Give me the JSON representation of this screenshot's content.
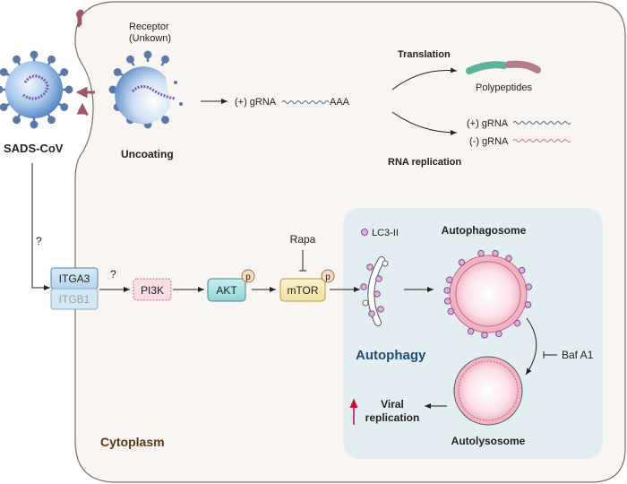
{
  "virus": {
    "label": "SADS-CoV"
  },
  "receptor": {
    "label_line1": "Receptor",
    "label_line2": "(Unkown)"
  },
  "uncoating": {
    "label": "Uncoating"
  },
  "grna": {
    "prefix": "(+) gRNA",
    "suffix": "AAA"
  },
  "translation": {
    "label": "Translation",
    "product": "Polypeptides"
  },
  "replication": {
    "label": "RNA replication",
    "plus_strand": "(+) gRNA",
    "minus_strand": "(-) gRNA"
  },
  "pathway": {
    "unknown_1": "?",
    "unknown_2": "?",
    "integrin_a": "ITGA3",
    "integrin_b": "ITGB1",
    "pi3k": "PI3K",
    "akt": "AKT",
    "mtor": "mTOR",
    "phospho": "p",
    "inhibitor_rapa": "Rapa"
  },
  "autophagy": {
    "title": "Autophagy",
    "lc3_legend": "LC3-II",
    "autophagosome": "Autophagosome",
    "autolysosome": "Autolysosome",
    "inhibitor_baf": "Baf A1",
    "outcome_line1": "Viral",
    "outcome_line2": "replication"
  },
  "compartment": {
    "label": "Cytoplasm"
  },
  "colors": {
    "cell_fill": "#f8f5f2",
    "cell_stroke": "#7a6e66",
    "autophagy_bg": "#e3eef3",
    "spike": "#5b79a8",
    "receptor": "#a0566a",
    "lc3": "#b07ab0",
    "akt_fill": "#a9dfe3",
    "mtor_fill": "#f6e9b8",
    "pi3k_fill": "#f7dde4",
    "itg_fill": "#c6dff0",
    "up_arrow": "#c8102e",
    "autophagy_title": "#1f4e79",
    "cytoplasm_label": "#5a3a14"
  }
}
